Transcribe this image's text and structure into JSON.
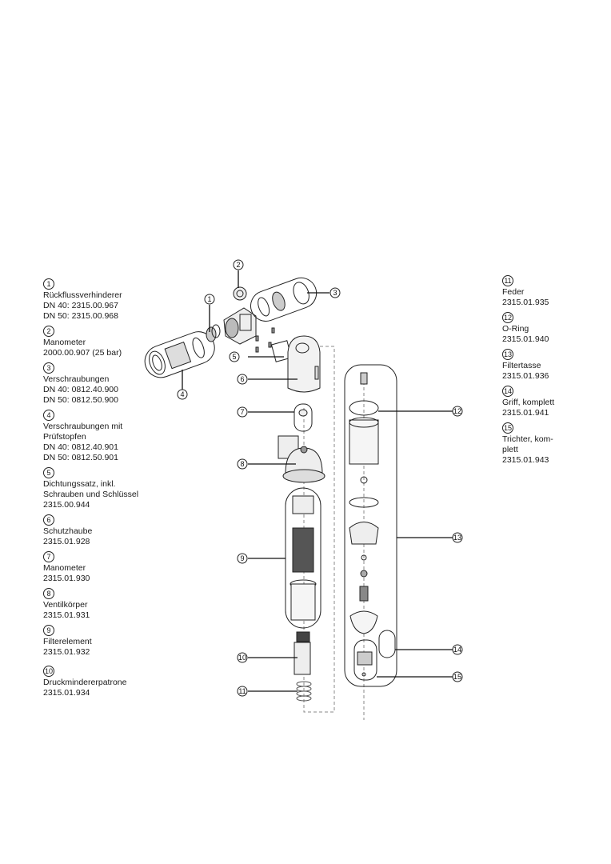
{
  "legend_left": [
    {
      "num": "1",
      "lines": [
        "Rückflussverhinderer",
        "DN 40: 2315.00.967",
        "DN 50: 2315.00.968"
      ]
    },
    {
      "num": "2",
      "lines": [
        "Manometer",
        "2000.00.907 (25 bar)"
      ]
    },
    {
      "num": "3",
      "lines": [
        "Verschraubungen",
        "DN 40: 0812.40.900",
        "DN 50: 0812.50.900"
      ]
    },
    {
      "num": "4",
      "lines": [
        "Verschraubungen mit",
        "Prüfstopfen",
        "DN 40: 0812.40.901",
        "DN 50: 0812.50.901"
      ]
    },
    {
      "num": "5",
      "lines": [
        "Dichtungssatz, inkl.",
        "Schrauben und Schlüssel",
        "2315.00.944"
      ]
    },
    {
      "num": "6",
      "lines": [
        "Schutzhaube",
        "2315.01.928"
      ]
    },
    {
      "num": "7",
      "lines": [
        "Manometer",
        "2315.01.930"
      ]
    },
    {
      "num": "8",
      "lines": [
        "Ventilkörper",
        "2315.01.931"
      ]
    },
    {
      "num": "9",
      "lines": [
        "Filterelement",
        "2315.01.932"
      ]
    },
    {
      "num": "10",
      "lines": [
        "Druckmindererpatrone",
        "2315.01.934"
      ]
    }
  ],
  "legend_right": [
    {
      "num": "11",
      "lines": [
        "Feder",
        "2315.01.935"
      ]
    },
    {
      "num": "12",
      "lines": [
        "O-Ring",
        "2315.01.940"
      ]
    },
    {
      "num": "13",
      "lines": [
        "Filtertasse",
        "2315.01.936"
      ]
    },
    {
      "num": "14",
      "lines": [
        "Griff, komplett",
        "2315.01.941"
      ]
    },
    {
      "num": "15",
      "lines": [
        "Trichter, kom-",
        "plett",
        "2315.01.943"
      ]
    }
  ],
  "callouts": {
    "c1": "1",
    "c2": "2",
    "c3": "3",
    "c4": "4",
    "c5": "5",
    "c6": "6",
    "c7": "7",
    "c8": "8",
    "c9": "9",
    "c10": "10",
    "c11": "11",
    "c12": "12",
    "c13": "13",
    "c14": "14",
    "c15": "15"
  }
}
